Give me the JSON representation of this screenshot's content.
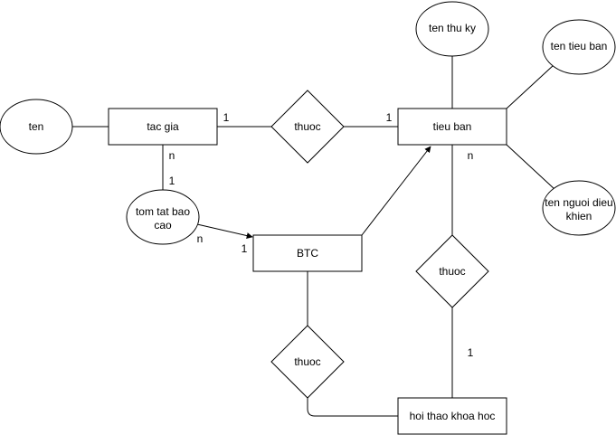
{
  "entities": {
    "tac_gia": "tac gia",
    "tieu_ban": "tieu ban",
    "btc": "BTC",
    "hoi_thao": "hoi thao khoa hoc"
  },
  "relationships": {
    "thuoc_top": "thuoc",
    "thuoc_right": "thuoc",
    "thuoc_bottom": "thuoc"
  },
  "attributes": {
    "ten": "ten",
    "ten_thu_ky": "ten thu ky",
    "ten_tieu_ban": "ten tieu ban",
    "ten_nguoi_dieu_khien": [
      "ten nguoi dieu",
      "khien"
    ],
    "tom_tat_bao_cao": [
      "tom tat bao",
      "cao"
    ]
  },
  "cardinalities": {
    "tacgia_thuoc": "1",
    "thuoc_tieuban": "1",
    "tacgia_tomtat_n": "n",
    "tacgia_tomtat_1": "1",
    "tomtat_btc_n": "n",
    "tomtat_btc_1": "1",
    "tieuban_n": "n",
    "hoithao_1": "1"
  },
  "colors": {
    "stroke": "#000000",
    "fill": "#ffffff"
  }
}
